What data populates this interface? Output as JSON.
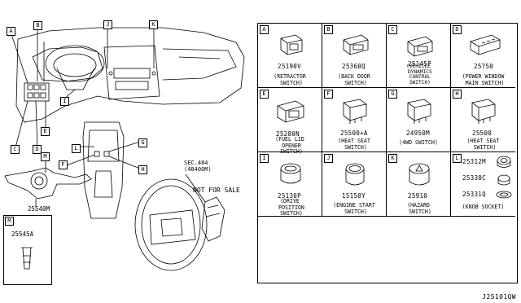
{
  "footer_code": "J25101QW",
  "not_for_sale": "NOT FOR SALE",
  "sec_line1": "SEC.484",
  "sec_line2": "(4840OM)",
  "overview_callouts": {
    "A": "A",
    "B": "B",
    "C": "C",
    "D": "D",
    "E": "E",
    "F": "F",
    "G": "G",
    "H": "H",
    "I": "I",
    "J": "J",
    "K": "K",
    "L": "L",
    "M": "M"
  },
  "overview_parts": {
    "combination_switch": "25540M",
    "m_key": "M",
    "m_part": "25545A"
  },
  "cells": [
    {
      "key": "A",
      "part": "25190V",
      "name": "(RETRACTOR\n SWITCH)"
    },
    {
      "key": "B",
      "part": "25360Q",
      "name": "(BACK DOOR\n SWITCH)"
    },
    {
      "key": "C",
      "part": "25145P",
      "name": "(VEHICLE\n DYNAMICS\n CONTROL\n SWITCH)"
    },
    {
      "key": "D",
      "part": "25750",
      "name": "(POWER WINDOW\n MAIN SWITCH)"
    },
    {
      "key": "E",
      "part": "25280N",
      "name": "(FUEL LID\n OPENER\n SWITCH)"
    },
    {
      "key": "F",
      "part": "25500+A",
      "name": "(HEAT SEAT\n SWITCH)"
    },
    {
      "key": "G",
      "part": "24950M",
      "name": "(4WD SWITCH)"
    },
    {
      "key": "H",
      "part": "25500",
      "name": "(HEAT SEAT\n SWITCH)"
    },
    {
      "key": "I",
      "part": "25130P",
      "name": "(DRIVE\n POSITION\n SWITCH)"
    },
    {
      "key": "J",
      "part": "15150Y",
      "name": "(ENGINE START\n SWITCH)"
    },
    {
      "key": "K",
      "part": "25910",
      "name": "(HAZARD\n SWITCH)"
    },
    {
      "key": "L",
      "parts": [
        "25312M",
        "25330C",
        "25331Q"
      ],
      "name": "(KNOB SOCKET)"
    }
  ]
}
